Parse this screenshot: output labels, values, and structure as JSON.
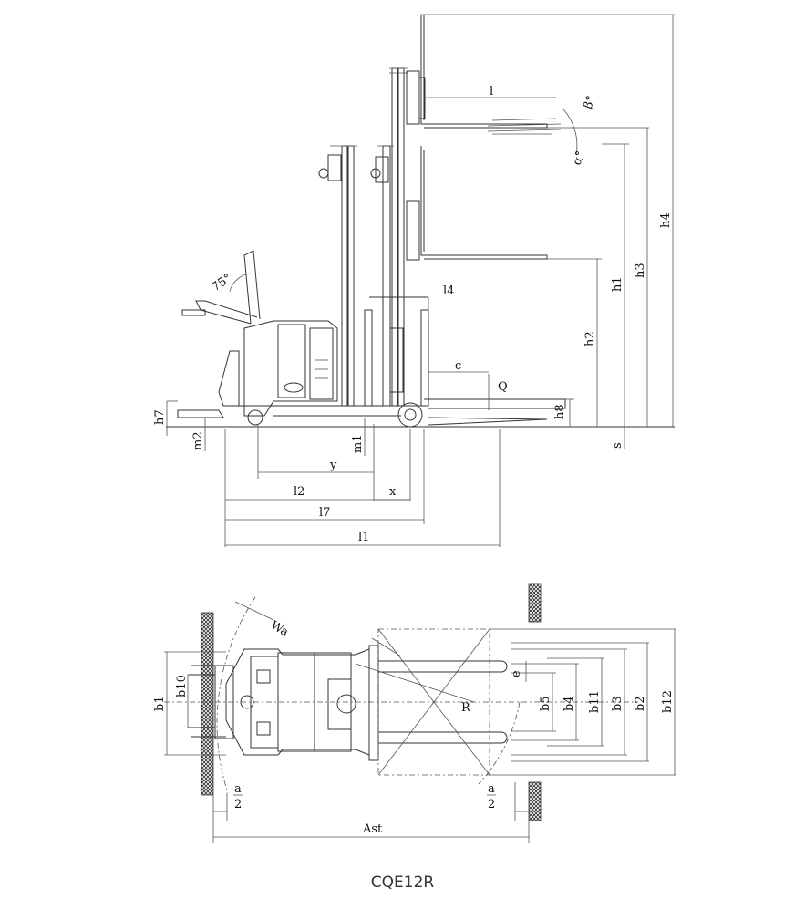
{
  "caption": "CQE12R",
  "side_view_labels": {
    "l": "l",
    "beta": "β°",
    "alpha": "α°",
    "h4": "h4",
    "h3": "h3",
    "h1": "h1",
    "h2": "h2",
    "l4": "l4",
    "c": "c",
    "Q": "Q",
    "h8": "h8",
    "s": "s",
    "h7": "h7",
    "m2": "m2",
    "m1": "m1",
    "y": "y",
    "l2": "l2",
    "x": "x",
    "l7": "l7",
    "l1": "l1",
    "tiller_angle": "75°"
  },
  "top_view_labels": {
    "Wa": "Wa",
    "R": "R",
    "e": "e",
    "b1": "b1",
    "b10": "b10",
    "b5": "b5",
    "b4": "b4",
    "b11": "b11",
    "b3": "b3",
    "b2": "b2",
    "b12": "b12",
    "a_num": "a",
    "a_den": "2",
    "Ast": "Ast"
  }
}
